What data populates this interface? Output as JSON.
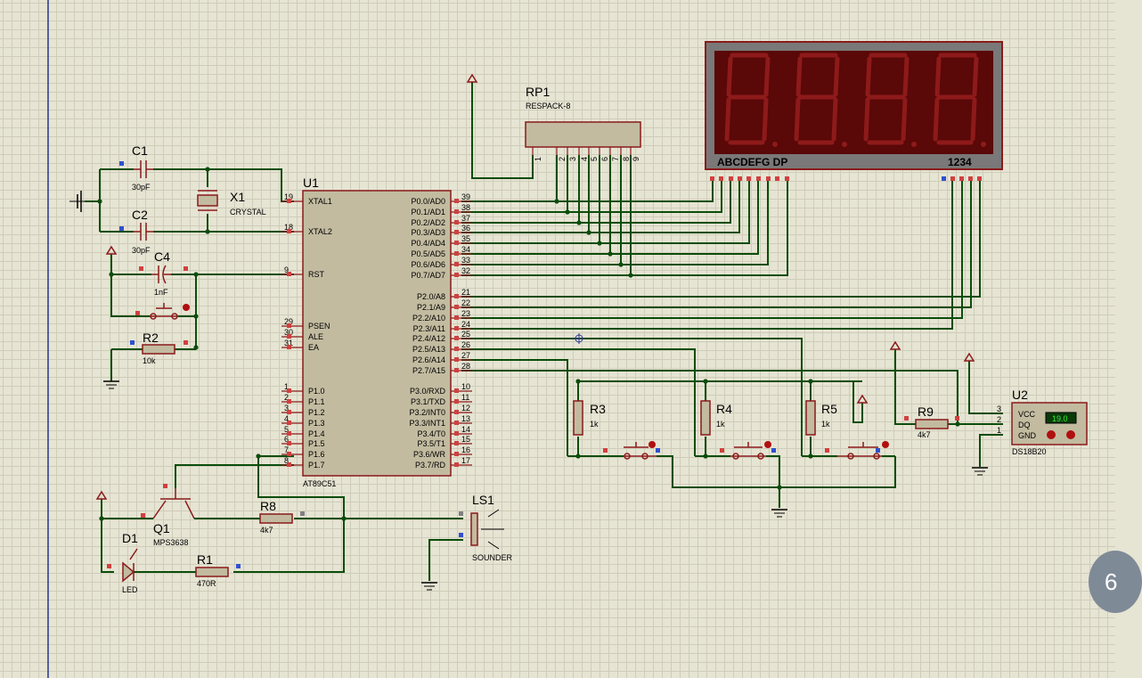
{
  "components": {
    "c1": {
      "ref": "C1",
      "value": "30pF"
    },
    "c2": {
      "ref": "C2",
      "value": "30pF"
    },
    "c4": {
      "ref": "C4",
      "value": "1nF"
    },
    "x1": {
      "ref": "X1",
      "value": "CRYSTAL"
    },
    "r2": {
      "ref": "R2",
      "value": "10k"
    },
    "u1": {
      "ref": "U1",
      "value": "AT89C51",
      "left_pins": [
        {
          "num": "19",
          "name": "XTAL1"
        },
        {
          "num": "18",
          "name": "XTAL2"
        },
        {
          "num": "9",
          "name": "RST"
        },
        {
          "num": "29",
          "name": "PSEN"
        },
        {
          "num": "30",
          "name": "ALE"
        },
        {
          "num": "31",
          "name": "EA"
        },
        {
          "num": "1",
          "name": "P1.0"
        },
        {
          "num": "2",
          "name": "P1.1"
        },
        {
          "num": "3",
          "name": "P1.2"
        },
        {
          "num": "4",
          "name": "P1.3"
        },
        {
          "num": "5",
          "name": "P1.4"
        },
        {
          "num": "6",
          "name": "P1.5"
        },
        {
          "num": "7",
          "name": "P1.6"
        },
        {
          "num": "8",
          "name": "P1.7"
        }
      ],
      "right_pins": [
        {
          "num": "39",
          "name": "P0.0/AD0"
        },
        {
          "num": "38",
          "name": "P0.1/AD1"
        },
        {
          "num": "37",
          "name": "P0.2/AD2"
        },
        {
          "num": "36",
          "name": "P0.3/AD3"
        },
        {
          "num": "35",
          "name": "P0.4/AD4"
        },
        {
          "num": "34",
          "name": "P0.5/AD5"
        },
        {
          "num": "33",
          "name": "P0.6/AD6"
        },
        {
          "num": "32",
          "name": "P0.7/AD7"
        },
        {
          "num": "21",
          "name": "P2.0/A8"
        },
        {
          "num": "22",
          "name": "P2.1/A9"
        },
        {
          "num": "23",
          "name": "P2.2/A10"
        },
        {
          "num": "24",
          "name": "P2.3/A11"
        },
        {
          "num": "25",
          "name": "P2.4/A12"
        },
        {
          "num": "26",
          "name": "P2.5/A13"
        },
        {
          "num": "27",
          "name": "P2.6/A14"
        },
        {
          "num": "28",
          "name": "P2.7/A15"
        },
        {
          "num": "10",
          "name": "P3.0/RXD"
        },
        {
          "num": "11",
          "name": "P3.1/TXD"
        },
        {
          "num": "12",
          "name": "P3.2/INT0"
        },
        {
          "num": "13",
          "name": "P3.3/INT1"
        },
        {
          "num": "14",
          "name": "P3.4/T0"
        },
        {
          "num": "15",
          "name": "P3.5/T1"
        },
        {
          "num": "16",
          "name": "P3.6/WR"
        },
        {
          "num": "17",
          "name": "P3.7/RD"
        }
      ]
    },
    "rp1": {
      "ref": "RP1",
      "value": "RESPACK-8",
      "pins": [
        "1",
        "2",
        "3",
        "4",
        "5",
        "6",
        "7",
        "8",
        "9"
      ]
    },
    "display": {
      "segments_label": "ABCDEFG DP",
      "digits_label": "1234"
    },
    "r3": {
      "ref": "R3",
      "value": "1k"
    },
    "r4": {
      "ref": "R4",
      "value": "1k"
    },
    "r5": {
      "ref": "R5",
      "value": "1k"
    },
    "r9": {
      "ref": "R9",
      "value": "4k7"
    },
    "u2": {
      "ref": "U2",
      "value": "DS18B20",
      "readout": "19.0",
      "pins": [
        {
          "num": "3",
          "name": "VCC"
        },
        {
          "num": "2",
          "name": "DQ"
        },
        {
          "num": "1",
          "name": "GND"
        }
      ]
    },
    "q1": {
      "ref": "Q1",
      "value": "MPS3638"
    },
    "r8": {
      "ref": "R8",
      "value": "4k7"
    },
    "d1": {
      "ref": "D1",
      "value": "LED"
    },
    "r1": {
      "ref": "R1",
      "value": "470R"
    },
    "ls1": {
      "ref": "LS1",
      "value": "SOUNDER"
    }
  },
  "zoom_badge": "6",
  "colors": {
    "wire": "#0b4d0b",
    "component": "#8a1a1a",
    "grid": "#cfcdb9",
    "background": "#e6e4d3"
  }
}
